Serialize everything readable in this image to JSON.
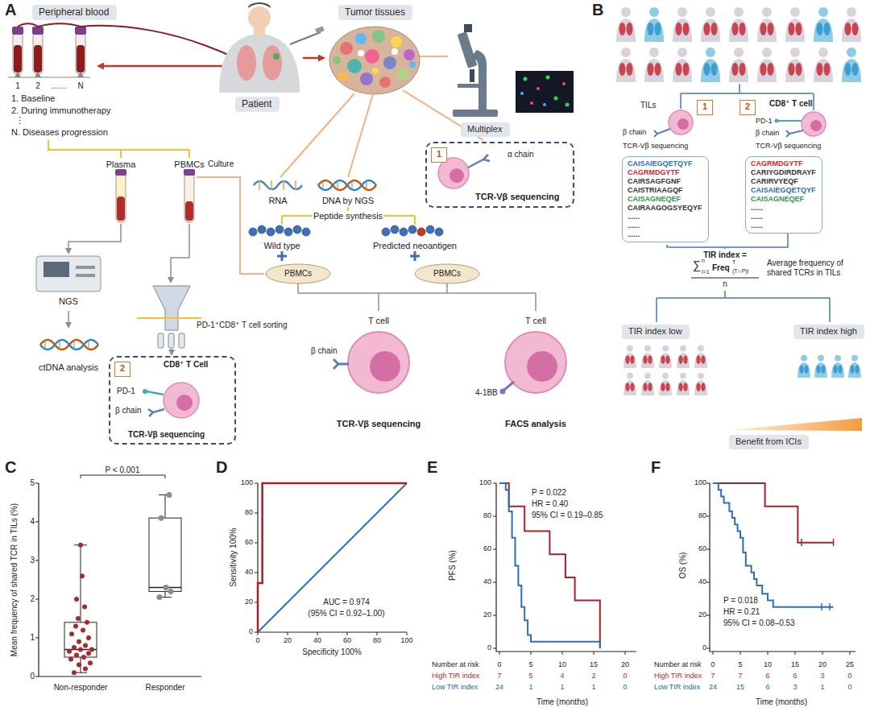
{
  "diagram": {
    "nodes": [
      {
        "text": [
          "Peripheral blood"
        ]
      },
      {
        "text": [
          "Patient"
        ]
      },
      {
        "text": [
          "Tumor tissues"
        ]
      },
      {
        "text": [
          "Multiplex"
        ]
      },
      {
        "text": [
          "α chain",
          "TCR-Vβ sequencing"
        ]
      },
      {
        "text": [
          "1"
        ],
        "in": 4
      },
      {
        "text": [
          "CD8⁺ T Cell",
          "PD-1",
          "β chain",
          "TCR-Vβ sequencing"
        ]
      },
      {
        "text": [
          "2"
        ],
        "in": 6
      },
      {
        "text": [
          "1"
        ]
      },
      {
        "text": [
          "2"
        ]
      },
      {
        "text": [
          "CAISAIEGQETQYF",
          "CAGRMDGYTF",
          "CAIRSAGFGNF",
          "CAISTRIAAGQF",
          "CAISAGNEQEF",
          "CAIRAAGOGSYEQYF",
          "......",
          "......",
          "......"
        ]
      },
      {
        "text": [
          "CAGRMDGYTF",
          "CARIYGDIRDRAYF",
          "CARIRVYEQF",
          "CAISAIEGQETQYF",
          "CAISAGNEQEF",
          "......",
          "......",
          "......"
        ]
      },
      {
        "text": [
          "TIR index low"
        ]
      },
      {
        "text": [
          "TIR index high"
        ]
      },
      {
        "text": [
          "Benefit from ICIs"
        ]
      }
    ],
    "labels": [
      "A",
      "B",
      "C",
      "D",
      "E",
      "F",
      "1",
      "2",
      "……",
      "N",
      "1. Baseline",
      "2. During immunotherapy",
      "⋮",
      "N. Diseases progression",
      "RNA",
      "DNA by NGS",
      "Plasma",
      "PBMCs",
      "Culture",
      "Peptide synthesis",
      "Wild type",
      "Predicted neoantigen",
      "PBMCs",
      "PBMCs",
      "NGS",
      "ctDNA analysis",
      "PD-1⁺CD8⁺ T cell sorting",
      "T cell",
      "T cell",
      "β chain",
      "TCR-Vβ sequencing",
      "4-1BB",
      "FACS analysis",
      "TILs",
      "β chain",
      "TCR-Vβ sequencing",
      "CD8⁺ T cell",
      "PD-1",
      "β chain",
      "TCR-Vβ sequencing",
      "TIR index =",
      "∑",
      "n",
      "i=1",
      "Freq",
      "T",
      "(T∩P)i",
      "n",
      "Average frequency of shared TCRs in TILs",
      "P < 0.001",
      "Mean frequency of shared TCR in TILs (%)",
      "5",
      "4",
      "3",
      "2",
      "1",
      "0",
      "Non-responder",
      "Responder",
      "Sensitivity 100%",
      "100",
      "80",
      "60",
      "40",
      "20",
      "0",
      "0",
      "20",
      "40",
      "60",
      "80",
      "100",
      "Specificity 100%",
      "AUC = 0.974",
      "(95% CI = 0.92–1.00)",
      "PFS (%)",
      "100",
      "80",
      "60",
      "40",
      "20",
      "0",
      "P = 0.022",
      "HR = 0.40",
      "95% CI = 0.19–0.85",
      "Number at risk",
      "0",
      "5",
      "10",
      "15",
      "20",
      "High TIR index",
      "7",
      "5",
      "4",
      "2",
      "0",
      "Low TIR index",
      "24",
      "1",
      "1",
      "1",
      "0",
      "Time (months)",
      "OS (%)",
      "100",
      "80",
      "60",
      "40",
      "20",
      "0",
      "P = 0.018",
      "HR = 0.21",
      "95% CI = 0.08–0.53",
      "Number at risk",
      "0",
      "5",
      "10",
      "15",
      "20",
      "25",
      "High TIR index",
      "7",
      "7",
      "6",
      "6",
      "3",
      "0",
      "Low TIR index",
      "24",
      "15",
      "6",
      "3",
      "1",
      "0",
      "Time (months)"
    ]
  }
}
